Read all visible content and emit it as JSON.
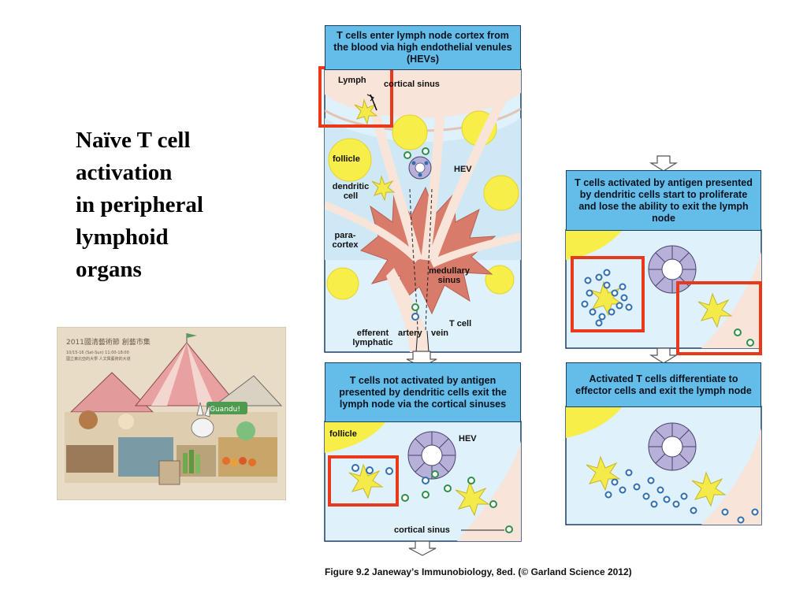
{
  "slide": {
    "title_lines": [
      "Naïve T cell",
      "activation",
      "in peripheral",
      "lymphoid",
      "organs"
    ],
    "caption": "Figure 9.2  Janeway’s Immunobiology, 8ed. (© Garland Science 2012)"
  },
  "photo": {
    "header_text": "2011國清藝術節 創藝市集",
    "sub_lines": [
      "10/15-16 (Sat-Sun) 11:00-18:00",
      "國立東北亞的大學 人文興藝術的大道"
    ],
    "sign_text": "Guandu!"
  },
  "panels": {
    "top": {
      "header": "T cells enter lymph node cortex from the blood via high endothelial venules (HEVs)",
      "labels": {
        "lymph": "Lymph",
        "cortical_sinus": "cortical sinus",
        "follicle": "follicle",
        "hev": "HEV",
        "dendritic_cell": "dendritic cell",
        "paracortex": "para-cortex",
        "medullary_sinus": "medullary sinus",
        "t_cell": "T cell",
        "efferent_lymphatic": "efferent lymphatic",
        "artery": "artery",
        "vein": "vein"
      }
    },
    "bottom_left": {
      "header": "T cells not activated by antigen presented by dendritic cells exit the lymph node via the cortical sinuses",
      "labels": {
        "follicle": "follicle",
        "hev": "HEV",
        "cortical_sinus": "cortical sinus"
      }
    },
    "right_top": {
      "header": "T cells activated by antigen presented by dendritic cells start to proliferate and lose the ability to exit the lymph node"
    },
    "right_bottom": {
      "header": "Activated T cells differentiate to effector cells and exit the lymph node"
    }
  },
  "colors": {
    "header_blue": "#63bde8",
    "panel_bg": "#dff1fb",
    "highlight_red": "#e8391d",
    "follicle_yellow": "#f8ee4a",
    "medulla_red": "#d97b6a",
    "hev_purple": "#b7b0d8",
    "sinus_peach": "#f8e4d8"
  }
}
